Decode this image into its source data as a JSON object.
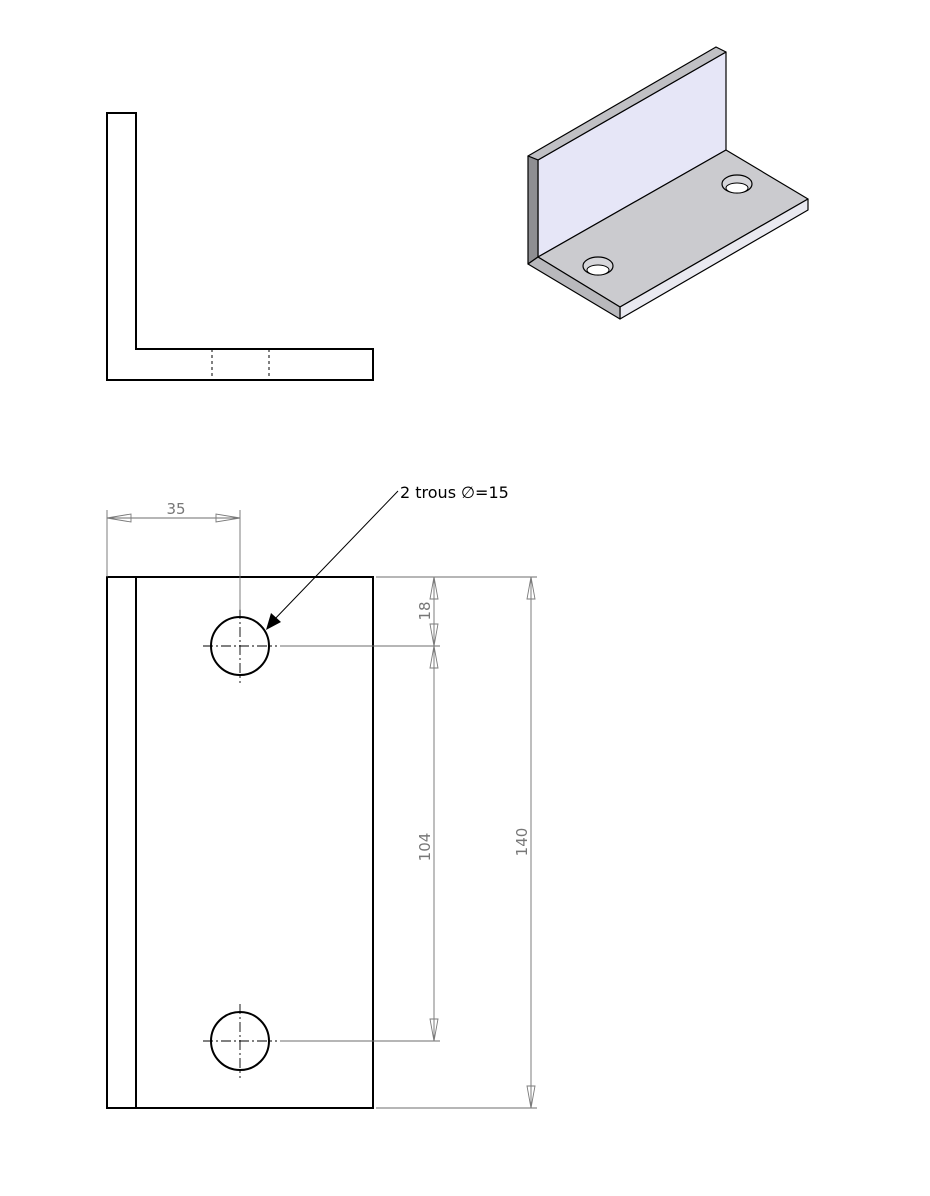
{
  "drawing": {
    "note": "2 trous ∅=15",
    "dimensions": {
      "hole_offset_x": "35",
      "hole_offset_top": "18",
      "hole_spacing": "104",
      "total_height": "140"
    },
    "colors": {
      "line": "#000000",
      "dimension": "#6e6e6e",
      "iso_face_light": "#e6e6f7",
      "iso_face_grey": "#c8c8cc",
      "iso_face_dark": "#a8a8ac"
    }
  }
}
